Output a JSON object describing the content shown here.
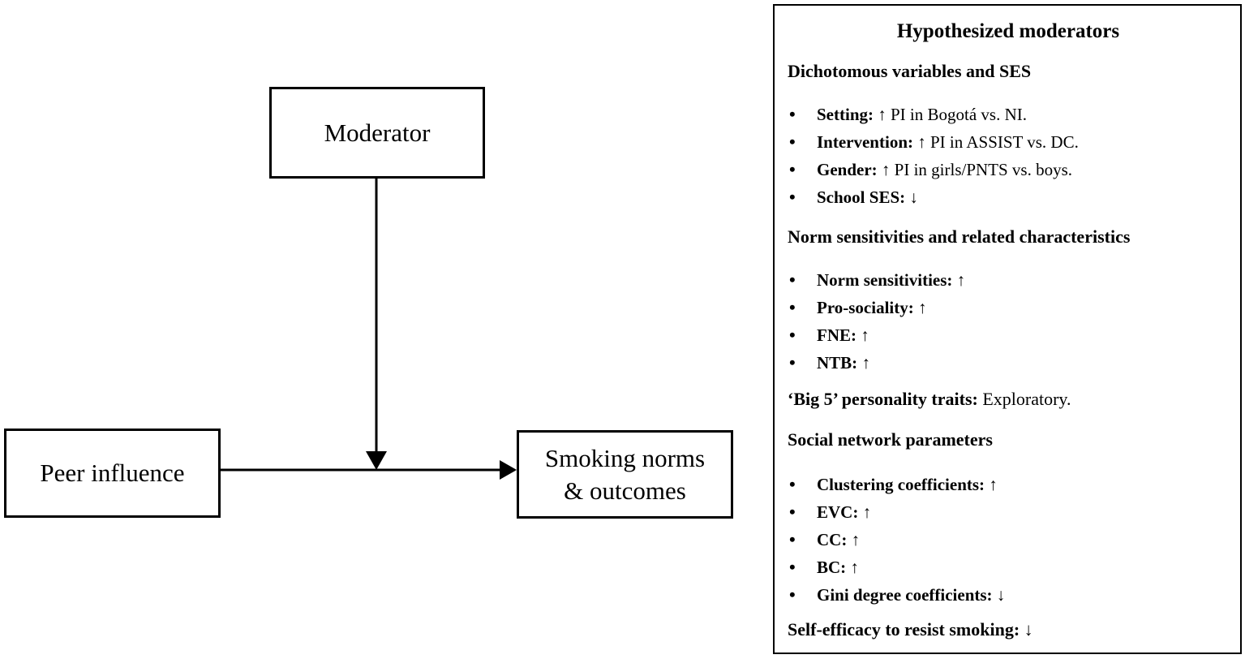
{
  "colors": {
    "ink": "#000000",
    "background": "#ffffff"
  },
  "diagram": {
    "moderator": {
      "label": "Moderator"
    },
    "peer_influence": {
      "label": "Peer influence"
    },
    "outcomes": {
      "line1": "Smoking norms",
      "line2": "& outcomes"
    }
  },
  "panel": {
    "title": "Hypothesized moderators",
    "sections": [
      {
        "heading": "Dichotomous variables and SES",
        "items": [
          {
            "label": "Setting:",
            "text": " ↑ PI in Bogotá vs. NI."
          },
          {
            "label": "Intervention:",
            "text": " ↑ PI in ASSIST vs. DC."
          },
          {
            "label": "Gender:",
            "text": " ↑ PI in girls/PNTS vs. boys."
          },
          {
            "label": "School SES:",
            "text": " ↓"
          }
        ]
      },
      {
        "heading": "Norm sensitivities and related characteristics",
        "items": [
          {
            "label": "Norm sensitivities:",
            "text": " ↑"
          },
          {
            "label": "Pro-sociality:",
            "text": " ↑"
          },
          {
            "label": "FNE:",
            "text": " ↑"
          },
          {
            "label": "NTB:",
            "text": " ↑"
          }
        ]
      },
      {
        "heading": "Social network parameters",
        "items": [
          {
            "label": "Clustering coefficients:",
            "text": " ↑"
          },
          {
            "label": "EVC:",
            "text": " ↑"
          },
          {
            "label": "CC:",
            "text": " ↑"
          },
          {
            "label": "BC:",
            "text": " ↑"
          },
          {
            "label": "Gini degree coefficients:",
            "text": " ↓"
          }
        ]
      }
    ],
    "big5": {
      "label": "‘Big 5’ personality traits:",
      "text": " Exploratory."
    },
    "self_efficacy": {
      "label": "Self-efficacy to resist smoking:",
      "text": " ↓"
    }
  }
}
